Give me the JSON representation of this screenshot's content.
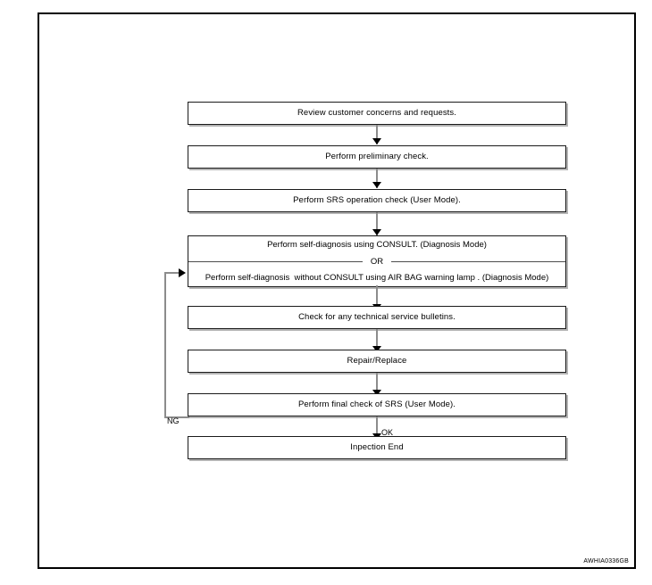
{
  "figure": {
    "id_code": "AWHIA0336GB",
    "type": "flowchart",
    "nodes": [
      {
        "key": "review",
        "label": "Review customer concerns and requests."
      },
      {
        "key": "preliminary",
        "label": "Perform preliminary check."
      },
      {
        "key": "srs_operation",
        "label": "Perform SRS operation check (User Mode)."
      },
      {
        "key": "bulletins",
        "label": "Check for any technical service bulletins."
      },
      {
        "key": "repair",
        "label": "Repair/Replace"
      },
      {
        "key": "final_check",
        "label": "Perform final check of SRS (User Mode)."
      },
      {
        "key": "end",
        "label": "Inpection End"
      }
    ],
    "or_node": {
      "option_a": "Perform self-diagnosis using CONSULT. (Diagnosis Mode)",
      "separator": "OR",
      "option_b": "Perform self-diagnosis  without CONSULT using AIR BAG warning lamp . (Diagnosis Mode)"
    },
    "edge_labels": {
      "ng": "NG",
      "ok": "OK"
    },
    "colors": {
      "frame": "#000000",
      "box_border": "#1a1a1a",
      "box_shadow": "#b4b4b4",
      "connector": "#8c8c8c",
      "arrowhead": "#000000",
      "text": "#000000",
      "background": "#ffffff"
    }
  }
}
